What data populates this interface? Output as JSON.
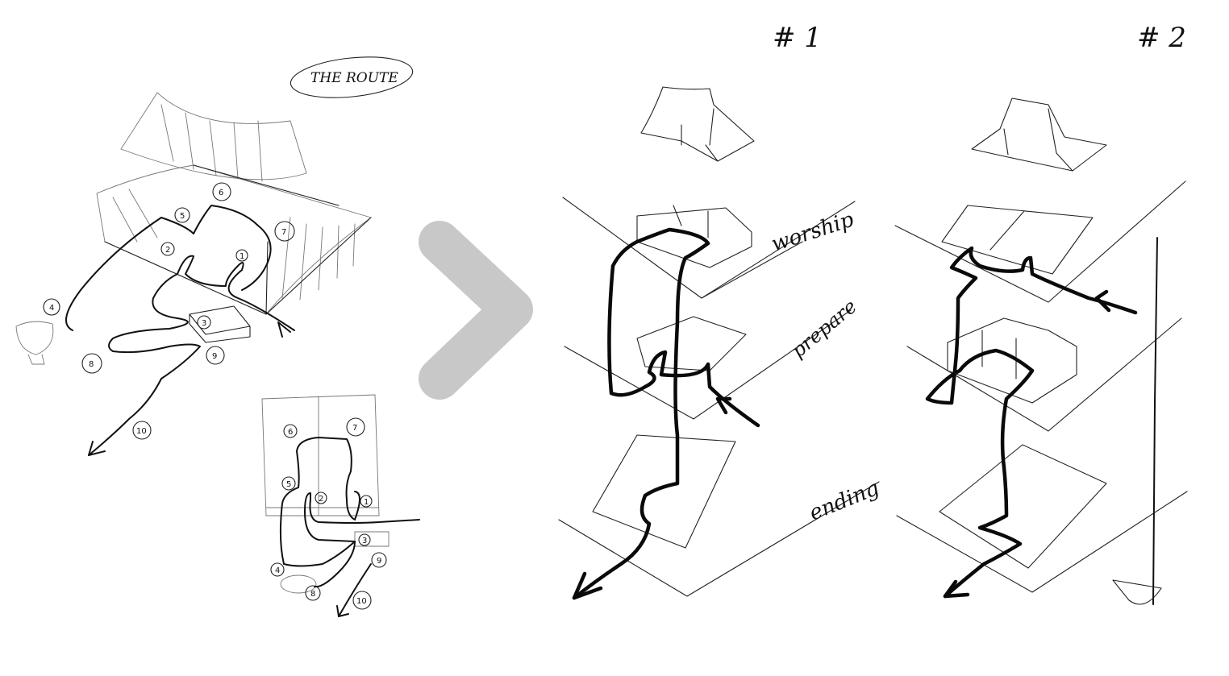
{
  "labels": {
    "route_title": "THE ROUTE",
    "option1": "# 1",
    "option2": "# 2",
    "worship": "worship",
    "prepare": "prepare",
    "ending": "ending"
  },
  "route_markers": {
    "perspective": [
      "1",
      "2",
      "3",
      "4",
      "5",
      "6",
      "7",
      "8",
      "9",
      "10"
    ],
    "plan": [
      "1",
      "2",
      "3",
      "4",
      "5",
      "6",
      "7",
      "8",
      "9",
      "10"
    ]
  },
  "colors": {
    "ink": "#111111",
    "pencil": "#777777",
    "chevron": "#c8c8c8"
  }
}
